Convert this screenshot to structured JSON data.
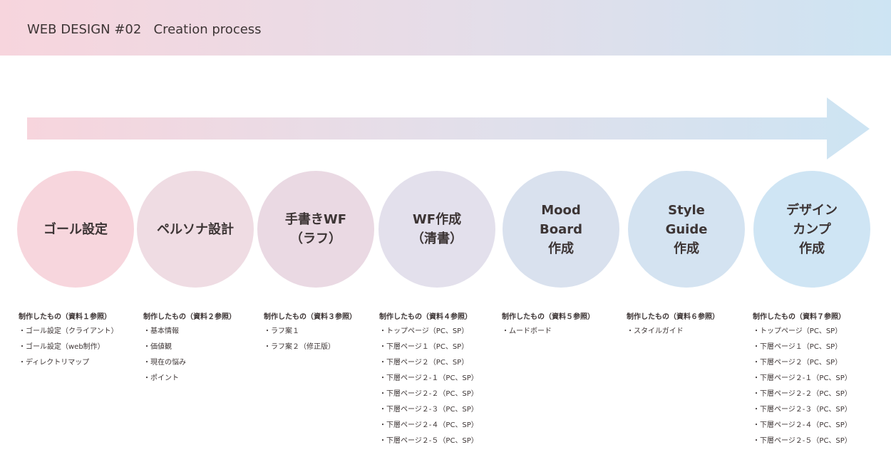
{
  "header": {
    "title": "WEB DESIGN #02   Creation process"
  },
  "colors": [
    "#f7d6dd",
    "#efdce3",
    "#ead9e3",
    "#e3e0ec",
    "#d9e1ee",
    "#d4e3f1",
    "#cfe5f4"
  ],
  "steps": [
    {
      "lines": [
        "ゴール設定"
      ],
      "heading": "制作したもの（資料１参照）",
      "items": [
        "・ゴール設定（クライアント）",
        "・ゴール設定（web制作）",
        "・ディレクトリマップ"
      ]
    },
    {
      "lines": [
        "ペルソナ設計"
      ],
      "heading": "制作したもの（資料２参照）",
      "items": [
        "・基本情報",
        "・価値観",
        "・現在の悩み",
        "・ポイント"
      ]
    },
    {
      "lines": [
        "手書きWF",
        "（ラフ）"
      ],
      "heading": "制作したもの（資料３参照）",
      "items": [
        "・ラフ案１",
        "・ラフ案２（修正版）"
      ]
    },
    {
      "lines": [
        "WF作成",
        "（清書）"
      ],
      "heading": "制作したもの（資料４参照）",
      "items": [
        "・トップページ（PC、SP）",
        "・下層ページ１（PC、SP）",
        "・下層ページ２（PC、SP）",
        "・下層ページ２-１（PC、SP）",
        "・下層ページ２-２（PC、SP）",
        "・下層ページ２-３（PC、SP）",
        "・下層ページ２-４（PC、SP）",
        "・下層ページ２-５（PC、SP）"
      ]
    },
    {
      "lines": [
        "Mood",
        "Board",
        "作成"
      ],
      "heading": "制作したもの（資料５参照）",
      "items": [
        "・ムードボード"
      ]
    },
    {
      "lines": [
        "Style",
        "Guide",
        "作成"
      ],
      "heading": "制作したもの（資料６参照）",
      "items": [
        "・スタイルガイド"
      ]
    },
    {
      "lines": [
        "デザイン",
        "カンプ",
        "作成"
      ],
      "heading": "制作したもの（資料７参照）",
      "items": [
        "・トップページ（PC、SP）",
        "・下層ページ１（PC、SP）",
        "・下層ページ２（PC、SP）",
        "・下層ページ２-１（PC、SP）",
        "・下層ページ２-２（PC、SP）",
        "・下層ページ２-３（PC、SP）",
        "・下層ページ２-４（PC、SP）",
        "・下層ページ２-５（PC、SP）"
      ]
    }
  ]
}
